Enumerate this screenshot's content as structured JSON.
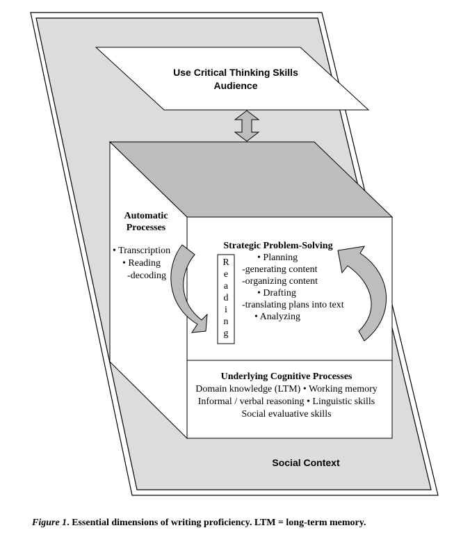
{
  "top_plane": {
    "title": "Use Critical Thinking Skills",
    "subtitle": "Audience"
  },
  "automatic": {
    "heading_line1": "Automatic",
    "heading_line2": "Processes",
    "items": [
      "• Transcription",
      "• Reading",
      "-decoding"
    ]
  },
  "reading_letters": [
    "R",
    "e",
    "a",
    "d",
    "i",
    "n",
    "g"
  ],
  "strategic": {
    "heading": "Strategic Problem-Solving",
    "lines": [
      "• Planning",
      "-generating content",
      "-organizing content",
      "• Drafting",
      "-translating plans into text",
      "• Analyzing"
    ]
  },
  "underlying": {
    "heading": "Underlying Cognitive Processes",
    "lines": [
      "Domain knowledge (LTM) • Working memory",
      "Informal / verbal reasoning • Linguistic skills",
      "Social evaluative skills"
    ]
  },
  "social_context": "Social Context",
  "caption": {
    "figure_label": "Figure 1",
    "text": ". Essential dimensions of writing proficiency. LTM = long-term memory."
  }
}
